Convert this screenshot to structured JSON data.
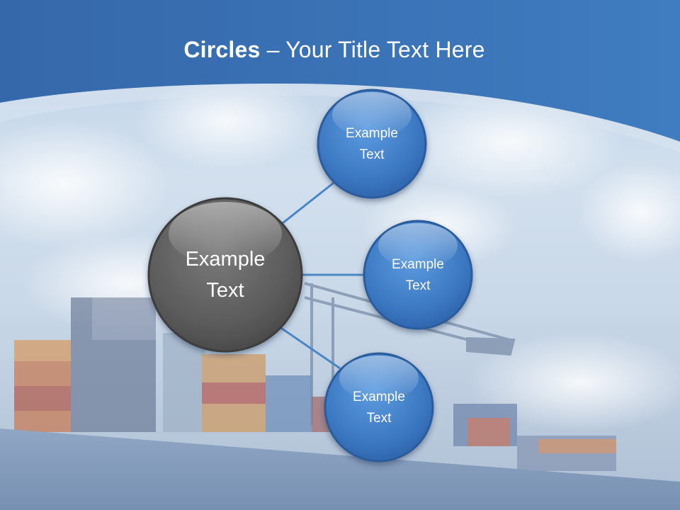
{
  "slide": {
    "title_bold": "Circles",
    "title_rest": " – Your Title Text Here"
  },
  "diagram": {
    "center": {
      "label": "Example Text",
      "line1": "Example",
      "line2": "Text"
    },
    "nodes": [
      {
        "line1": "Example",
        "line2": "Text"
      },
      {
        "line1": "Example",
        "line2": "Text"
      },
      {
        "line1": "Example",
        "line2": "Text"
      }
    ]
  },
  "colors": {
    "header": "#3a72b4",
    "node_fill": "#3f7fc6",
    "center_fill": "#5e5e5e",
    "connector": "#4a86c8"
  }
}
